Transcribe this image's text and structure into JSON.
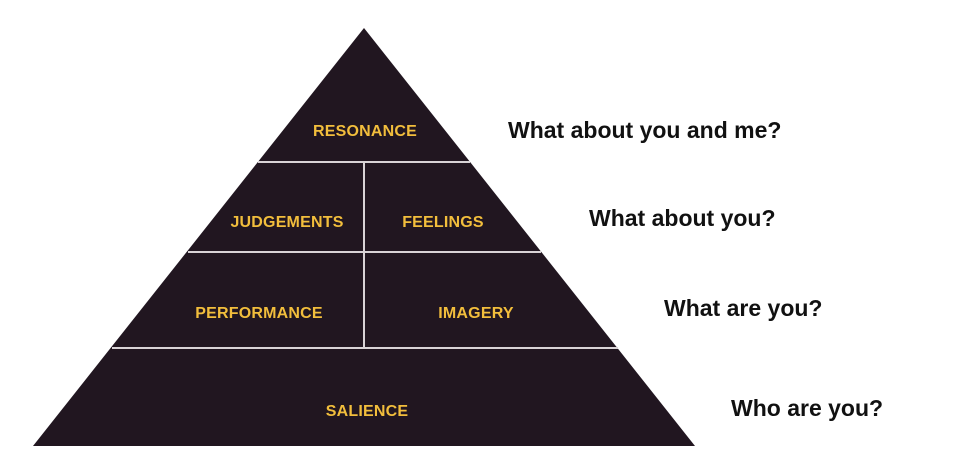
{
  "colors": {
    "background": "#ffffff",
    "pyramid_fill": "#211620",
    "divider": "#d9d3d6",
    "label_text": "#f2be3c",
    "question_text": "#111111"
  },
  "pyramid": {
    "tiers": [
      {
        "labels": [
          "RESONANCE"
        ]
      },
      {
        "labels": [
          "JUDGEMENTS",
          "FEELINGS"
        ]
      },
      {
        "labels": [
          "PERFORMANCE",
          "IMAGERY"
        ]
      },
      {
        "labels": [
          "SALIENCE"
        ]
      }
    ]
  },
  "questions": [
    "What about you and me?",
    "What about you?",
    "What are you?",
    "Who are you?"
  ]
}
